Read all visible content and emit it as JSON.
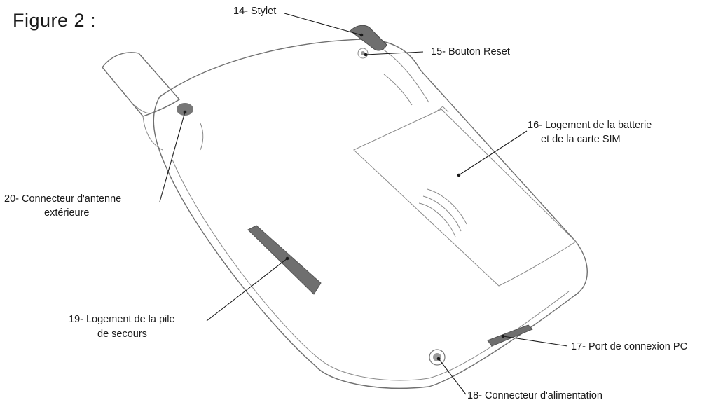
{
  "title": "Figure 2 :",
  "callouts": {
    "stylet": "14- Stylet",
    "reset": "15- Bouton Reset",
    "battery_line1": "16- Logement de la batterie",
    "battery_line2": "et de la carte SIM",
    "pc_port": "17- Port de connexion PC",
    "power": "18- Connecteur d'alimentation",
    "backup_line1": "19- Logement de la pile",
    "backup_line2": "de secours",
    "antenna_line1": "20- Connecteur d'antenne",
    "antenna_line2": "extérieure"
  }
}
